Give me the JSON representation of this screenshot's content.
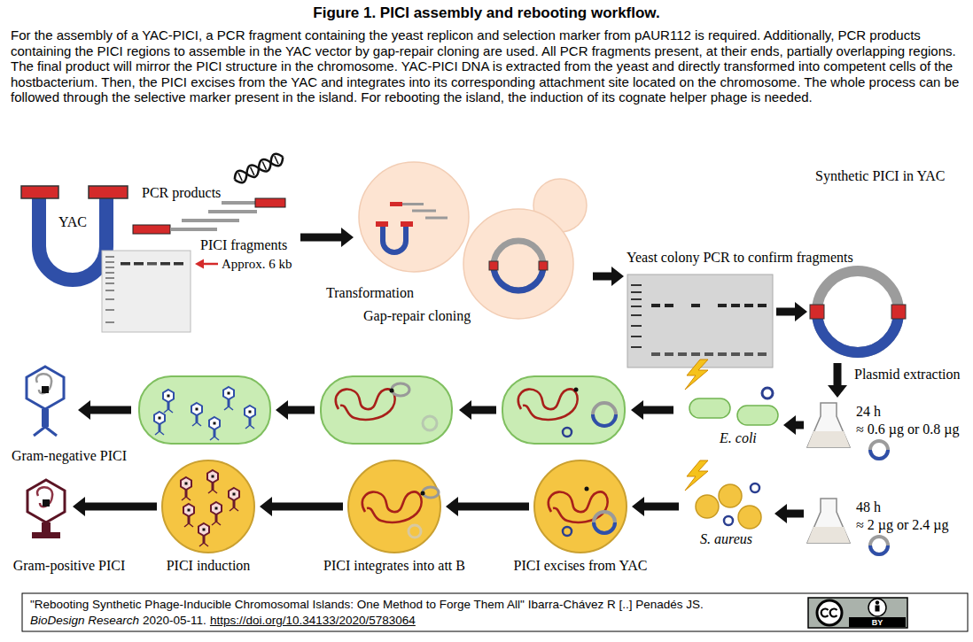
{
  "diagram": {
    "title": "Figure 1. PICI assembly and rebooting workflow.",
    "caption": "For the assembly of a YAC-PICI, a PCR fragment containing the yeast replicon and selection marker from pAUR112 is required. Additionally, PCR products containing the PICI regions to assemble in the YAC vector by gap-repair cloning are used. All PCR fragments present, at their ends, partially overlapping regions. The final product will mirror the PICI structure in the chromosome. YAC-PICI DNA is extracted from the yeast and directly transformed into competent cells of the hostbacterium. Then, the PICI excises from the YAC and integrates into its corresponding attachment site located on the chromosome. The whole process can be followed through the selective marker present in the island. For rebooting the island, the induction of its cognate helper phage is needed.",
    "nodes": [
      {
        "text": [
          "YAC"
        ]
      },
      {
        "text": [
          "Transformation",
          "Gap-repair cloning"
        ]
      },
      {
        "text": [
          "Yeast colony PCR to confirm fragments"
        ]
      },
      {
        "text": [
          "Synthetic PICI in YAC"
        ]
      },
      {
        "text": [
          "24 h",
          "≈ 0.6 µg or 0.8 µg"
        ]
      },
      {
        "text": [
          "48 h",
          "≈ 2 µg or 2.4 µg"
        ]
      },
      {
        "text": [
          "E. coli"
        ]
      },
      {
        "text": [
          "S. aureus"
        ]
      },
      {
        "text": [
          "PICI excises from YAC"
        ]
      },
      {
        "text": [
          "PICI integrates into att B"
        ]
      },
      {
        "text": [
          "PICI induction"
        ]
      },
      {
        "text": [
          "Gram-positive PICI"
        ]
      },
      {
        "text": [
          "Gram-negative PICI"
        ]
      }
    ],
    "edges": [
      {
        "from": 0,
        "to": 1,
        "arrow": "to"
      },
      {
        "from": 1,
        "to": 2,
        "arrow": "to"
      },
      {
        "from": 2,
        "to": 3,
        "arrow": "to"
      },
      {
        "from": 3,
        "to": 4,
        "arrow": "to",
        "label": "Plasmid extraction"
      },
      {
        "from": 4,
        "to": 6,
        "arrow": "to"
      },
      {
        "from": 5,
        "to": 7,
        "arrow": "to"
      },
      {
        "from": 7,
        "to": 8,
        "arrow": "to"
      },
      {
        "from": 8,
        "to": 9,
        "arrow": "to"
      },
      {
        "from": 9,
        "to": 10,
        "arrow": "to"
      },
      {
        "from": 10,
        "to": 11,
        "arrow": "to"
      }
    ],
    "labels": [
      "PCR products",
      "PICI fragments",
      "Approx. 6 kb",
      "\"Rebooting Synthetic Phage-Inducible Chromosomal Islands: One Method to Forge Them All\" Ibarra-Chávez R [..] Penadés JS.",
      "BioDesign Research",
      "2020-05-11.",
      "https://doi.org/10.34133/2020/5783064",
      "BY"
    ]
  }
}
